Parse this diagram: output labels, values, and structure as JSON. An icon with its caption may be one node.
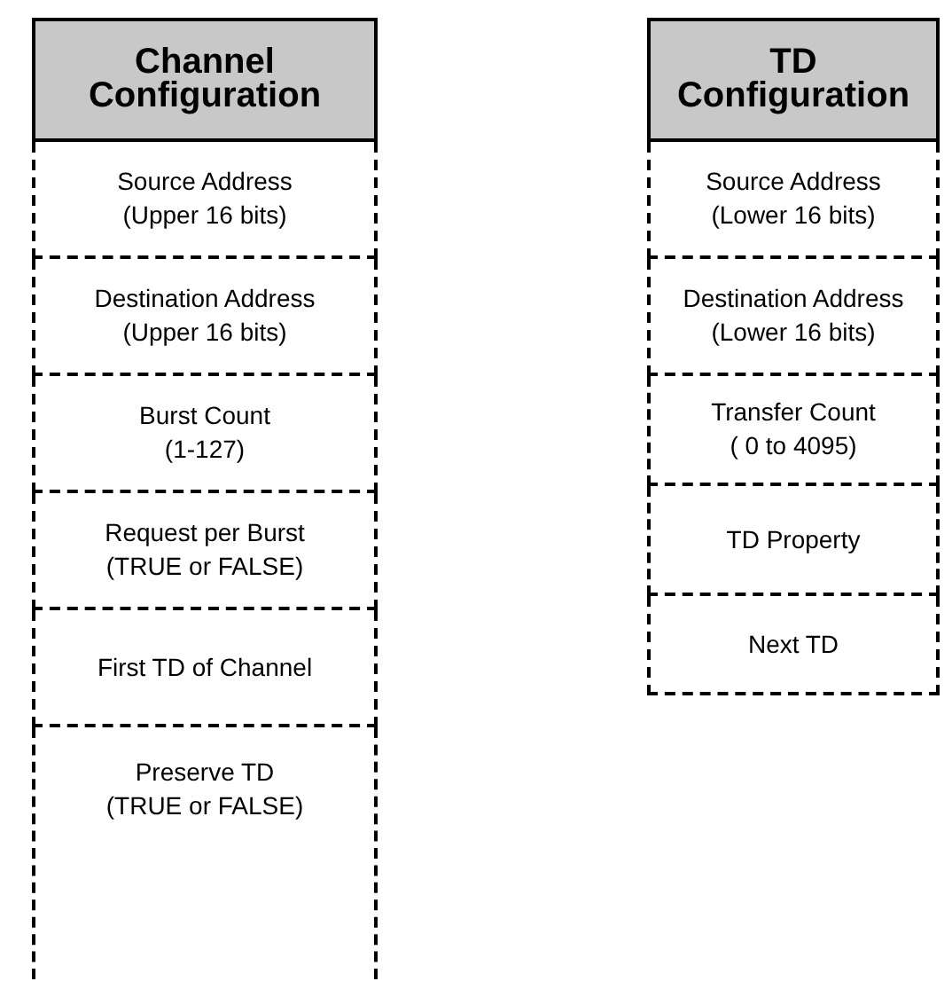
{
  "diagram": {
    "nodes": [
      {
        "text": [
          "Channel Configuration"
        ]
      },
      {
        "text": [
          "Source Address",
          "(Upper 16 bits)"
        ]
      },
      {
        "text": [
          "Destination Address",
          "(Upper 16 bits)"
        ]
      },
      {
        "text": [
          "Burst Count",
          "(1-127)"
        ]
      },
      {
        "text": [
          "Request per Burst",
          "(TRUE or FALSE)"
        ]
      },
      {
        "text": [
          "First TD of Channel"
        ]
      },
      {
        "text": [
          "Preserve TD",
          "(TRUE or FALSE)"
        ]
      },
      {
        "text": [
          "TD Configuration"
        ]
      },
      {
        "text": [
          "Source Address",
          "(Lower 16 bits)"
        ]
      },
      {
        "text": [
          "Destination Address",
          "(Lower 16 bits)"
        ]
      },
      {
        "text": [
          "Transfer Count",
          "( 0 to 4095)"
        ]
      },
      {
        "text": [
          "TD Property"
        ]
      },
      {
        "text": [
          "Next TD"
        ]
      }
    ]
  }
}
